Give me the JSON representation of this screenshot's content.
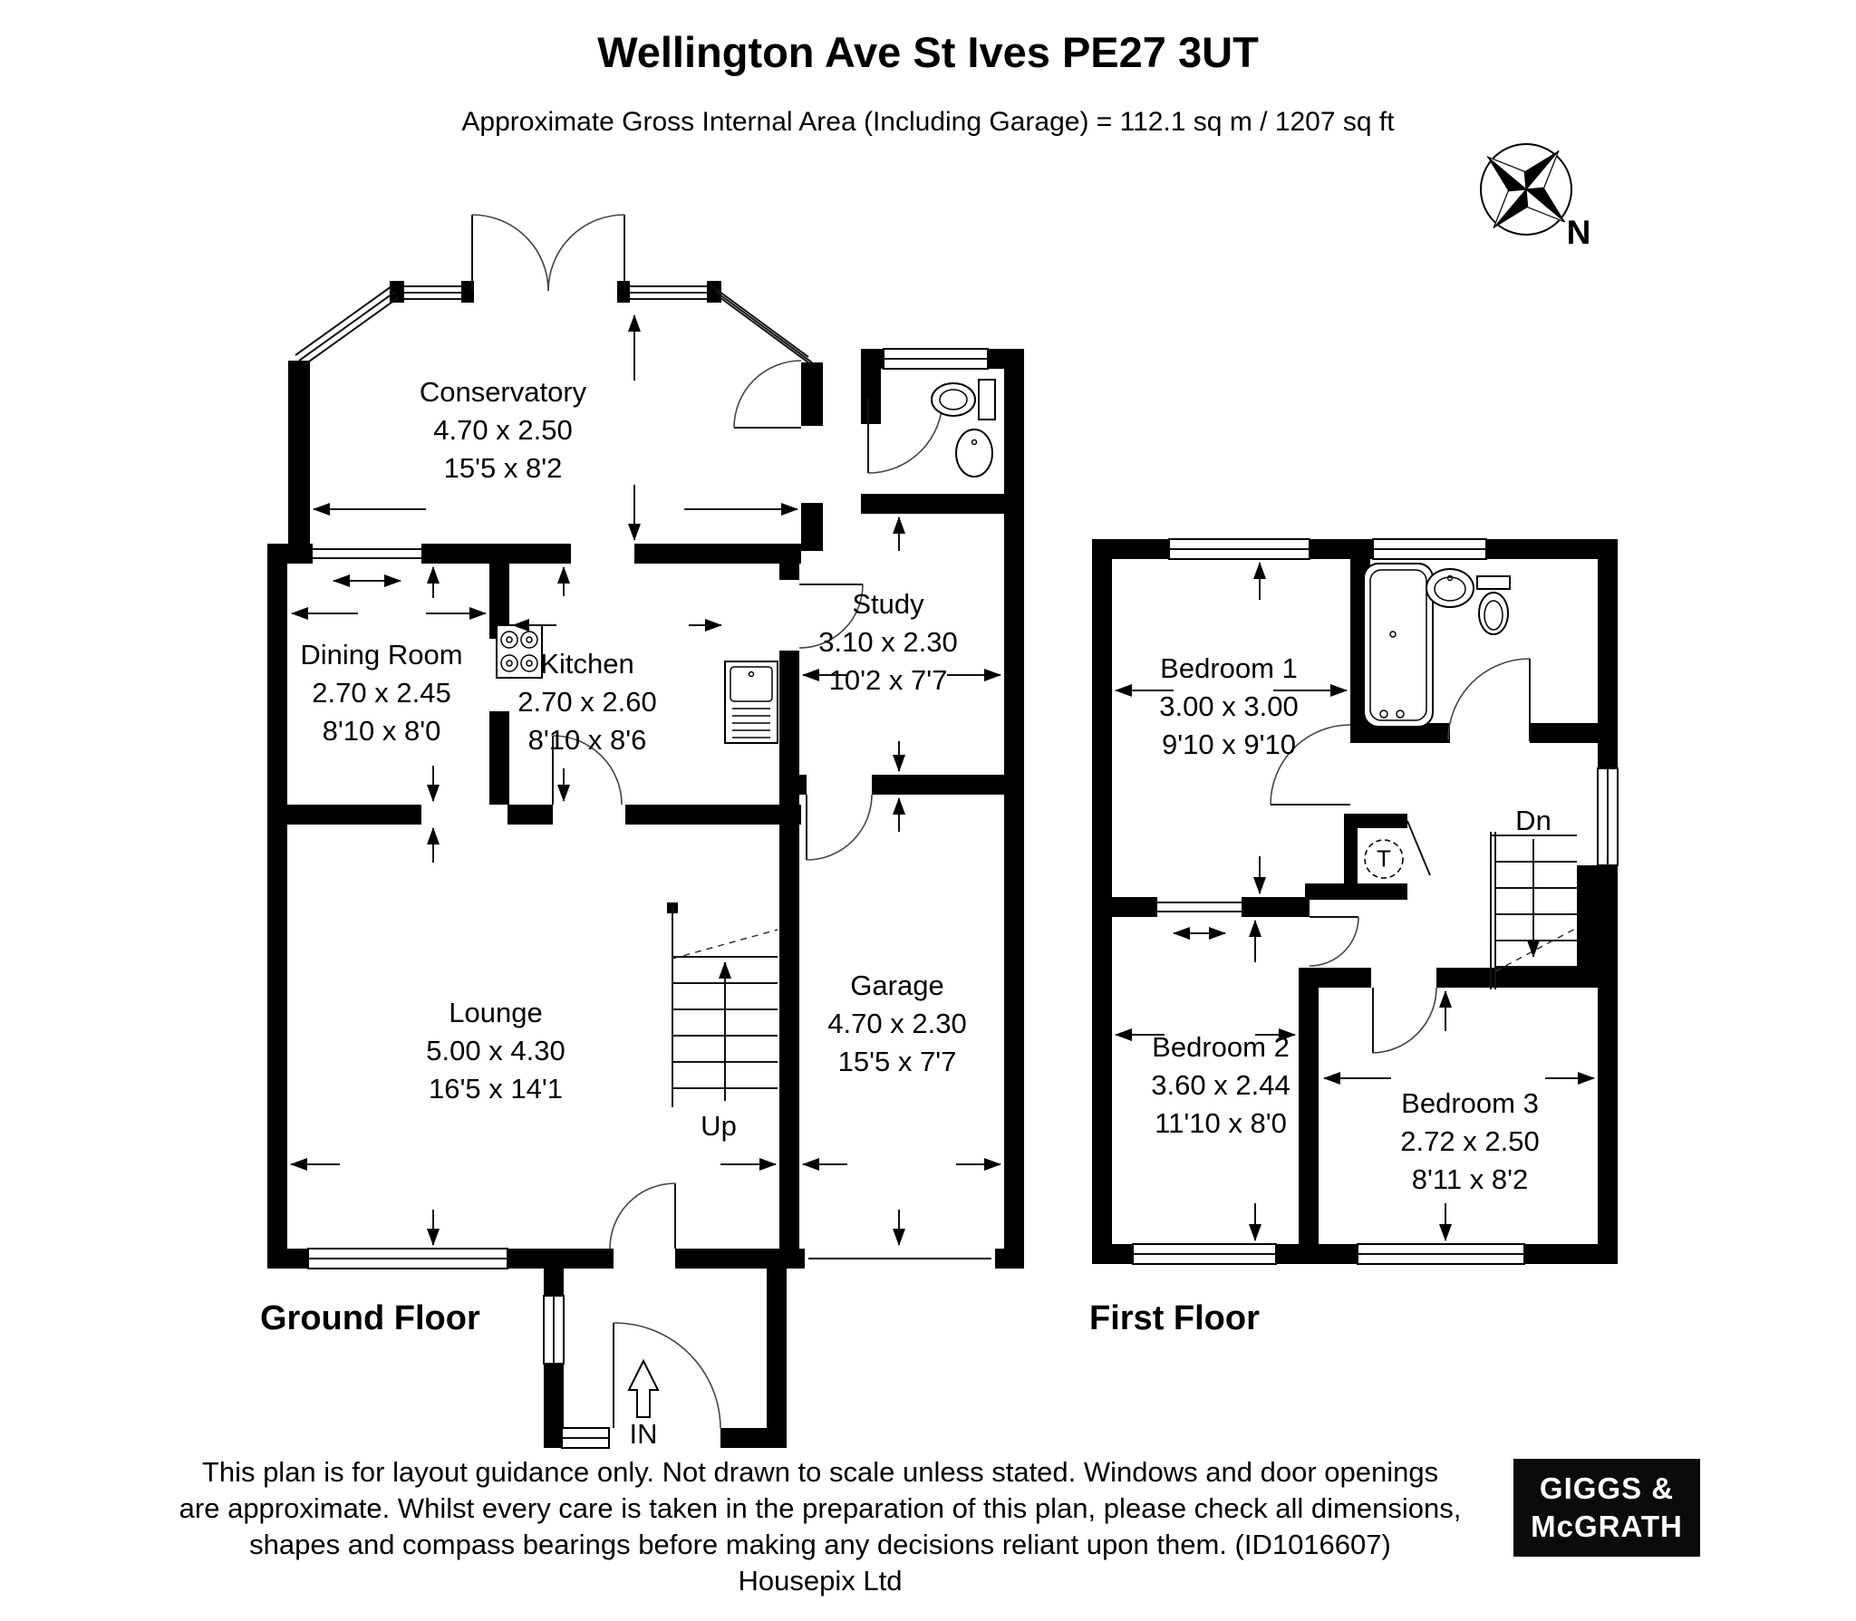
{
  "header": {
    "title": "Wellington Ave St Ives PE27 3UT",
    "subtitle": "Approximate Gross Internal Area (Including Garage) = 112.1 sq m / 1207 sq ft"
  },
  "compass": {
    "north_label": "N"
  },
  "ground_floor": {
    "label": "Ground Floor",
    "rooms": {
      "conservatory": {
        "name": "Conservatory",
        "metric": "4.70 x 2.50",
        "imperial": "15'5 x 8'2"
      },
      "dining_room": {
        "name": "Dining Room",
        "metric": "2.70 x 2.45",
        "imperial": "8'10 x 8'0"
      },
      "kitchen": {
        "name": "Kitchen",
        "metric": "2.70 x 2.60",
        "imperial": "8'10 x 8'6"
      },
      "study": {
        "name": "Study",
        "metric": "3.10 x 2.30",
        "imperial": "10'2 x 7'7"
      },
      "lounge": {
        "name": "Lounge",
        "metric": "5.00 x 4.30",
        "imperial": "16'5 x 14'1"
      },
      "garage": {
        "name": "Garage",
        "metric": "4.70 x 2.30",
        "imperial": "15'5 x 7'7"
      }
    },
    "annotations": {
      "stairs_up": "Up",
      "entrance": "IN"
    }
  },
  "first_floor": {
    "label": "First Floor",
    "rooms": {
      "bedroom_1": {
        "name": "Bedroom 1",
        "metric": "3.00 x 3.00",
        "imperial": "9'10 x 9'10"
      },
      "bedroom_2": {
        "name": "Bedroom 2",
        "metric": "3.60 x 2.44",
        "imperial": "11'10 x 8'0"
      },
      "bedroom_3": {
        "name": "Bedroom 3",
        "metric": "2.72 x 2.50",
        "imperial": "8'11 x 8'2"
      }
    },
    "annotations": {
      "stairs_down": "Dn",
      "tank": "T"
    }
  },
  "footer": {
    "line1": "This plan is for layout guidance only. Not drawn to scale unless stated. Windows and door openings",
    "line2": "are approximate. Whilst every care is taken in the preparation of this plan, please check all dimensions,",
    "line3": "shapes and compass bearings before making any decisions reliant upon them. (ID1016607)",
    "line4": "Housepix Ltd"
  },
  "logo": {
    "line1": "GIGGS &",
    "line2": "McGRATH"
  }
}
